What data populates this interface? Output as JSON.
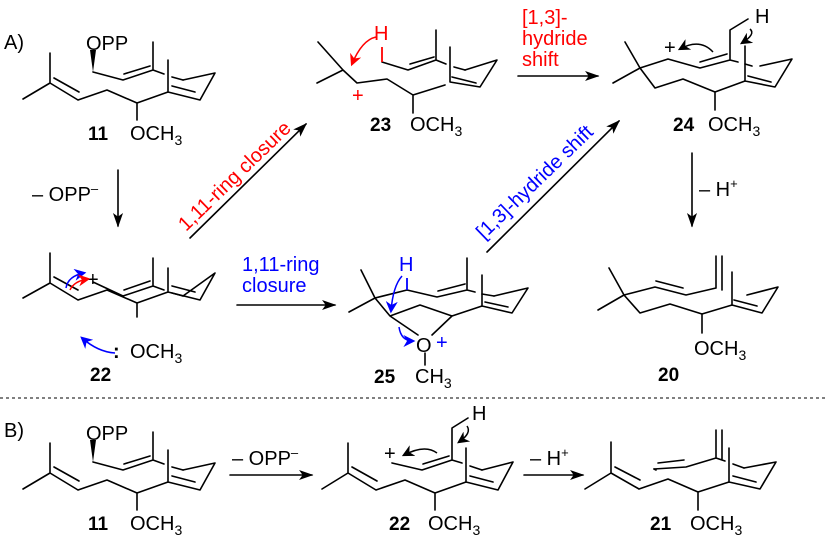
{
  "panels": {
    "a_label": "A)",
    "b_label": "B)"
  },
  "colors": {
    "red": "#ff0000",
    "blue": "#0000ff",
    "black": "#000000"
  },
  "compounds": {
    "c11_a": {
      "number": "11",
      "substituent": "OCH",
      "sub_index": "3",
      "leaving_group": "OPP"
    },
    "c23": {
      "number": "23",
      "substituent": "OCH",
      "sub_index": "3",
      "hydrogen": "H",
      "charge": "+"
    },
    "c24": {
      "number": "24",
      "substituent": "OCH",
      "sub_index": "3",
      "hydrogen": "H",
      "charge": "+"
    },
    "c22_a": {
      "number": "22",
      "substituent": "OCH",
      "sub_index": "3",
      "charge": "+",
      "lone_pair": ":"
    },
    "c25": {
      "number": "25",
      "oxygen": "O",
      "methyl": "CH",
      "sub_index": "3",
      "hydrogen": "H",
      "charge": "+"
    },
    "c20": {
      "number": "20",
      "substituent": "OCH",
      "sub_index": "3"
    },
    "c11_b": {
      "number": "11",
      "substituent": "OCH",
      "sub_index": "3",
      "leaving_group": "OPP"
    },
    "c22_b": {
      "number": "22",
      "substituent": "OCH",
      "sub_index": "3",
      "hydrogen": "H",
      "charge": "+"
    },
    "c21": {
      "number": "21",
      "substituent": "OCH",
      "sub_index": "3"
    }
  },
  "arrows": {
    "a_11_to_22": {
      "label": "– OPP",
      "superscript": "–"
    },
    "a_22_to_23": {
      "label": "1,11-ring closure"
    },
    "a_23_to_24": {
      "line1": "[1,3]-",
      "line2": "hydride",
      "line3": "shift"
    },
    "a_22_to_25": {
      "line1": "1,11-ring",
      "line2": "closure"
    },
    "a_25_to_24": {
      "label": "[1,3]-hydride shift"
    },
    "a_24_to_20": {
      "label": "– H",
      "superscript": "+"
    },
    "b_11_to_22": {
      "label": "– OPP",
      "superscript": "–"
    },
    "b_22_to_21": {
      "label": "– H",
      "superscript": "+"
    }
  }
}
